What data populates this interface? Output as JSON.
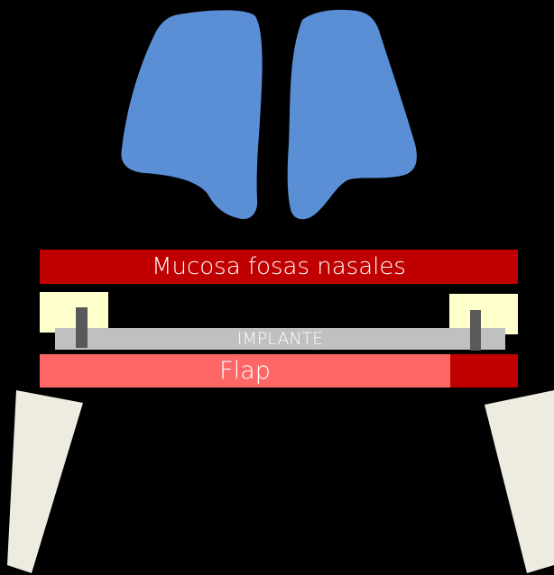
{
  "labels": {
    "mucosa": "Mucosa fosas nasales",
    "implant": "IMPLANTE",
    "flap": "Flap"
  },
  "colors": {
    "background": "#000000",
    "nasal_cavities": "#5a8fd6",
    "mucosa": "#c00000",
    "bone_blocks": "#ffffcc",
    "implant": "#c0c0c0",
    "screws": "#595959",
    "flap": "#ff6666",
    "flap_end": "#c00000",
    "retractors": "#eeece1",
    "label_text": "#ffffff"
  }
}
